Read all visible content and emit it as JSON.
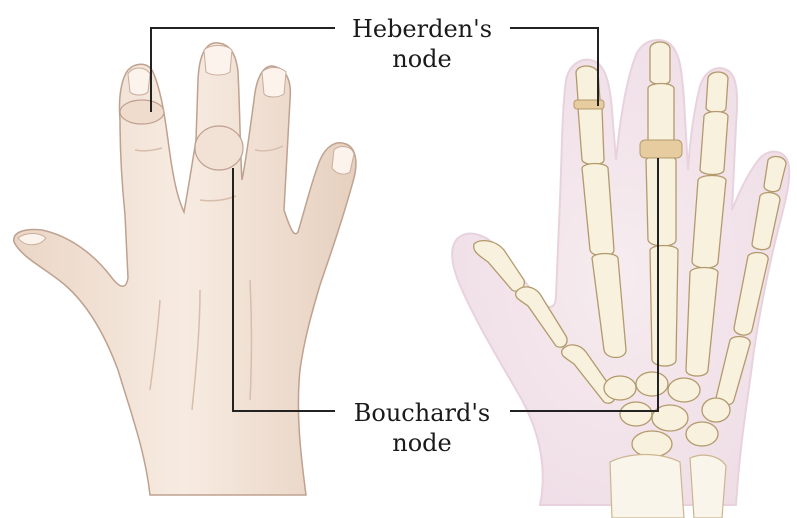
{
  "labels": {
    "heberden": {
      "line1": "Heberden's",
      "line2": "node"
    },
    "bouchard": {
      "line1": "Bouchard's",
      "line2": "node"
    }
  },
  "colors": {
    "skin": "#f3e4d8",
    "skin_shadow": "#d8bfae",
    "skin_outline": "#b89a88",
    "xray_halo": "#f1e2ea",
    "bone": "#f6f0dc",
    "bone_outline": "#b49a6a",
    "leader_line": "#222222"
  },
  "images": {
    "left": "external hand with swollen finger joints",
    "right": "x-ray view of hand bones"
  }
}
